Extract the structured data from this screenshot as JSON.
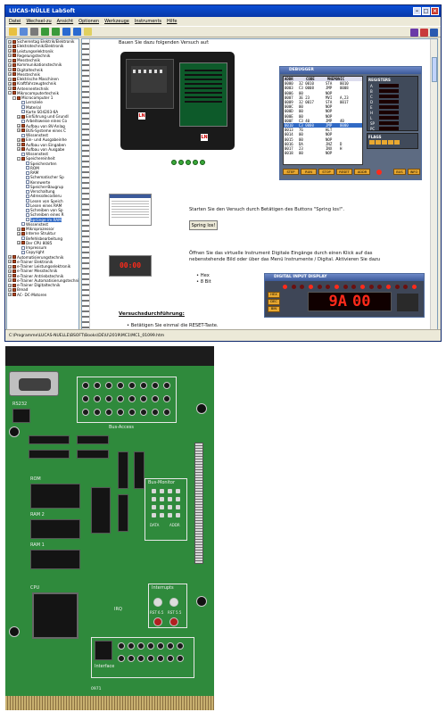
{
  "window": {
    "title": "LUCAS-NÜLLE LabSoft",
    "menu": [
      "Datei",
      "Wechsel-zu",
      "Ansicht",
      "Optionen",
      "Werkzeuge",
      "Instruments",
      "Hilfe"
    ],
    "status_path": "C:\\Programme\\LUCAS-NUELLE\\BSOFT\\Books\\DE\\U\\2019\\MC1\\MC1_01099.htm"
  },
  "tree": {
    "items": [
      {
        "label": "Sicherentag Elektrik/Elektronik",
        "indent": 0,
        "kind": "book",
        "pm": "+"
      },
      {
        "label": "Elektrotechnik/Elektronik",
        "indent": 0,
        "kind": "book",
        "pm": "+"
      },
      {
        "label": "Leistungselektronik",
        "indent": 0,
        "kind": "book",
        "pm": "+"
      },
      {
        "label": "Regelungstechnik",
        "indent": 0,
        "kind": "book",
        "pm": "+"
      },
      {
        "label": "Messtechnik",
        "indent": 0,
        "kind": "book",
        "pm": "+"
      },
      {
        "label": "Kommunikationstechnik",
        "indent": 0,
        "kind": "book",
        "pm": "+"
      },
      {
        "label": "Digitaltechnik",
        "indent": 0,
        "kind": "book",
        "pm": "+"
      },
      {
        "label": "Messtechnik",
        "indent": 0,
        "kind": "book",
        "pm": "+"
      },
      {
        "label": "Elektrische Maschinen",
        "indent": 0,
        "kind": "book",
        "pm": "+"
      },
      {
        "label": "Kraftfahrzeugtechnik",
        "indent": 0,
        "kind": "book",
        "pm": "+"
      },
      {
        "label": "Antennentechnik",
        "indent": 0,
        "kind": "book",
        "pm": "+"
      },
      {
        "label": "Mikrocomputertechnik",
        "indent": 0,
        "kind": "book",
        "pm": "-"
      },
      {
        "label": "Microcomputer 1",
        "indent": 1,
        "kind": "book",
        "pm": "-"
      },
      {
        "label": "Lernziele",
        "indent": 2,
        "kind": "page",
        "pm": ""
      },
      {
        "label": "Material",
        "indent": 2,
        "kind": "page",
        "pm": ""
      },
      {
        "label": "Karte SO4203-6A",
        "indent": 2,
        "kind": "page",
        "pm": ""
      },
      {
        "label": "Einführung und Grundl",
        "indent": 2,
        "kind": "book",
        "pm": "+"
      },
      {
        "label": "Arbeitsweise eines Co",
        "indent": 2,
        "kind": "page",
        "pm": ""
      },
      {
        "label": "Aufbau von 8V-Anlag",
        "indent": 2,
        "kind": "book",
        "pm": "+"
      },
      {
        "label": "BUS-Systeme eines C",
        "indent": 2,
        "kind": "book",
        "pm": "+"
      },
      {
        "label": "Wissenstest",
        "indent": 2,
        "kind": "page",
        "pm": ""
      },
      {
        "label": "Ein- und Ausgabeinhe",
        "indent": 2,
        "kind": "book",
        "pm": "+"
      },
      {
        "label": "Aufbau von Eingaben",
        "indent": 2,
        "kind": "book",
        "pm": "+"
      },
      {
        "label": "Aufbau von Ausgabe",
        "indent": 2,
        "kind": "book",
        "pm": "+"
      },
      {
        "label": "Wissenstest",
        "indent": 2,
        "kind": "page",
        "pm": ""
      },
      {
        "label": "Speichereinheit",
        "indent": 2,
        "kind": "book",
        "pm": "-"
      },
      {
        "label": "Speicherarten",
        "indent": 3,
        "kind": "page",
        "pm": ""
      },
      {
        "label": "ROM",
        "indent": 3,
        "kind": "page",
        "pm": ""
      },
      {
        "label": "RAM",
        "indent": 3,
        "kind": "page",
        "pm": ""
      },
      {
        "label": "Schematischer Sp",
        "indent": 3,
        "kind": "page",
        "pm": ""
      },
      {
        "label": "Kennwerte",
        "indent": 3,
        "kind": "page",
        "pm": ""
      },
      {
        "label": "Speicher-Baugrup",
        "indent": 3,
        "kind": "page",
        "pm": ""
      },
      {
        "label": "Verschaltung",
        "indent": 3,
        "kind": "page",
        "pm": ""
      },
      {
        "label": "Adressdecodieru",
        "indent": 3,
        "kind": "page",
        "pm": ""
      },
      {
        "label": "Lesen von Speich",
        "indent": 3,
        "kind": "page",
        "pm": ""
      },
      {
        "label": "Lesen eines RAM",
        "indent": 3,
        "kind": "page",
        "pm": ""
      },
      {
        "label": "Schreiben von Sp",
        "indent": 3,
        "kind": "page",
        "pm": ""
      },
      {
        "label": "Schreiben eines R",
        "indent": 3,
        "kind": "page",
        "pm": ""
      },
      {
        "label": "Sprünge im RAM",
        "indent": 3,
        "kind": "page",
        "pm": "",
        "selected": true
      },
      {
        "label": "Wissenstest",
        "indent": 2,
        "kind": "page",
        "pm": ""
      },
      {
        "label": "Mikroprozessor",
        "indent": 2,
        "kind": "book",
        "pm": "+"
      },
      {
        "label": "Interne Struktur",
        "indent": 2,
        "kind": "book",
        "pm": "+"
      },
      {
        "label": "Befehlsbearbeitung",
        "indent": 2,
        "kind": "page",
        "pm": ""
      },
      {
        "label": "Der CPU 8085",
        "indent": 2,
        "kind": "book",
        "pm": "+"
      },
      {
        "label": "Impressum",
        "indent": 2,
        "kind": "page",
        "pm": ""
      },
      {
        "label": "Copyright",
        "indent": 2,
        "kind": "page",
        "pm": ""
      },
      {
        "label": "Automatisierungstechnik",
        "indent": 0,
        "kind": "book",
        "pm": "+"
      },
      {
        "label": "e-Trainer Elektronik",
        "indent": 0,
        "kind": "book",
        "pm": "+"
      },
      {
        "label": "e-Trainer Leistungselektronik",
        "indent": 0,
        "kind": "book",
        "pm": "+"
      },
      {
        "label": "e-Trainer Messtechnik",
        "indent": 0,
        "kind": "book",
        "pm": "+"
      },
      {
        "label": "e-Trainer Antriebstechnik",
        "indent": 0,
        "kind": "book",
        "pm": "+"
      },
      {
        "label": "e-Trainer Automatisierungstechnik",
        "indent": 0,
        "kind": "book",
        "pm": "+"
      },
      {
        "label": "e-Trainer Digitaltechnik",
        "indent": 0,
        "kind": "book",
        "pm": "+"
      },
      {
        "label": "Bread",
        "indent": 0,
        "kind": "book",
        "pm": "+"
      },
      {
        "label": "AC- DC-Motoren",
        "indent": 0,
        "kind": "book",
        "pm": "+"
      }
    ]
  },
  "content": {
    "intro": "Bauen Sie dazu folgenden Versuch auf:",
    "start_text": "Starten Sie den Versuch durch Betätigen des Buttons \"Spring los!\".",
    "spring_button": "Spring los!",
    "open_text": "Öffnen Sie das virtuelle Instrument Digitale Eingänge durch einen Klick auf das nebenstehende Bild oder über das Menü Instrumente / Digital. Aktivieren Sie dazu",
    "bullets": [
      "Hex",
      "8 Bit"
    ],
    "heading": "Versuchsdurchführung:",
    "task": "Betätigen Sie einmal die RESET-Taste."
  },
  "debugger": {
    "title": "DEBUGGER",
    "columns": [
      "ADDR",
      "CODE",
      "MNEMONIC"
    ],
    "rows": [
      [
        "0000",
        "32 0010",
        "STA",
        "0010"
      ],
      [
        "0003",
        "C3 0008",
        "JMP",
        "0008"
      ],
      [
        "0006",
        "00",
        "NOP",
        ""
      ],
      [
        "0007",
        "3E 23",
        "MVI",
        "A,23"
      ],
      [
        "0009",
        "32 0017",
        "STA",
        "0017"
      ],
      [
        "000C",
        "00",
        "NOP",
        ""
      ],
      [
        "000D",
        "00",
        "NOP",
        ""
      ],
      [
        "000E",
        "00",
        "NOP",
        ""
      ],
      [
        "000F",
        "C3 40",
        "JMP",
        "40"
      ],
      [
        "0010",
        "C3 0000",
        "JMP",
        "0000"
      ],
      [
        "0013",
        "76",
        "HLT",
        ""
      ],
      [
        "0014",
        "00",
        "NOP",
        ""
      ],
      [
        "0015",
        "00",
        "NOP",
        ""
      ],
      [
        "0016",
        "DA",
        "JNZ",
        "D"
      ],
      [
        "0017",
        "23",
        "INX",
        "H"
      ],
      [
        "0018",
        "00",
        "NOP",
        ""
      ]
    ],
    "highlight_row": 9,
    "registers_title": "REGISTERS",
    "registers": [
      "A",
      "B",
      "C",
      "D",
      "E",
      "H",
      "L",
      "SP",
      "PC"
    ],
    "flags_title": "FLAGS",
    "buttons": [
      "STEP",
      "RUN",
      "STOP",
      "RESET",
      "ADDR",
      "BUS",
      "INFO"
    ]
  },
  "digital_display": {
    "title": "DIGITAL INPUT DISPLAY",
    "value": "9A",
    "tail": "00"
  },
  "small_display": {
    "value": "00:00"
  },
  "pcb": {
    "labels": {
      "rs232": "RS232",
      "bus_access": "Bus-Access",
      "bus_monitor": "Bus-Monitor",
      "data": "DATA",
      "addr": "ADDR",
      "rom": "ROM",
      "ram2": "RAM 2",
      "ram1": "RAM 1",
      "cpu": "CPU",
      "interrupts": "Interrupts",
      "rst65": "RST 6.5",
      "rst55": "RST 5.5",
      "irq": "IRQ",
      "interface": "Interface",
      "part_no": "0971"
    }
  }
}
